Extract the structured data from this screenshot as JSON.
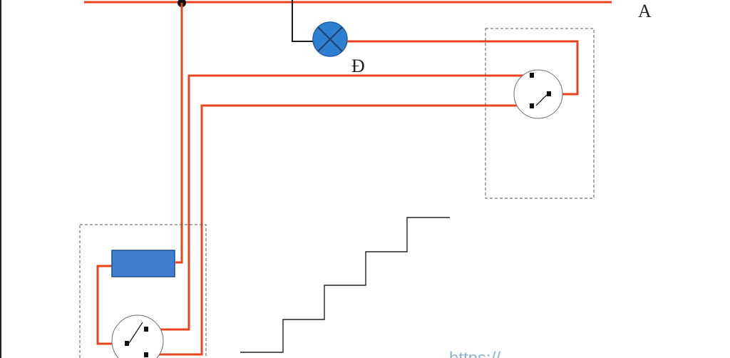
{
  "labels": {
    "phase": "A",
    "lamp": "Đ"
  },
  "watermark": "https://",
  "colors": {
    "wire": "#e8451f",
    "neutral": "#1a1a1a",
    "lamp_fill": "#2f7fd1",
    "fuse_fill": "#3f7fcf",
    "watermark": "#8fb4d6"
  }
}
